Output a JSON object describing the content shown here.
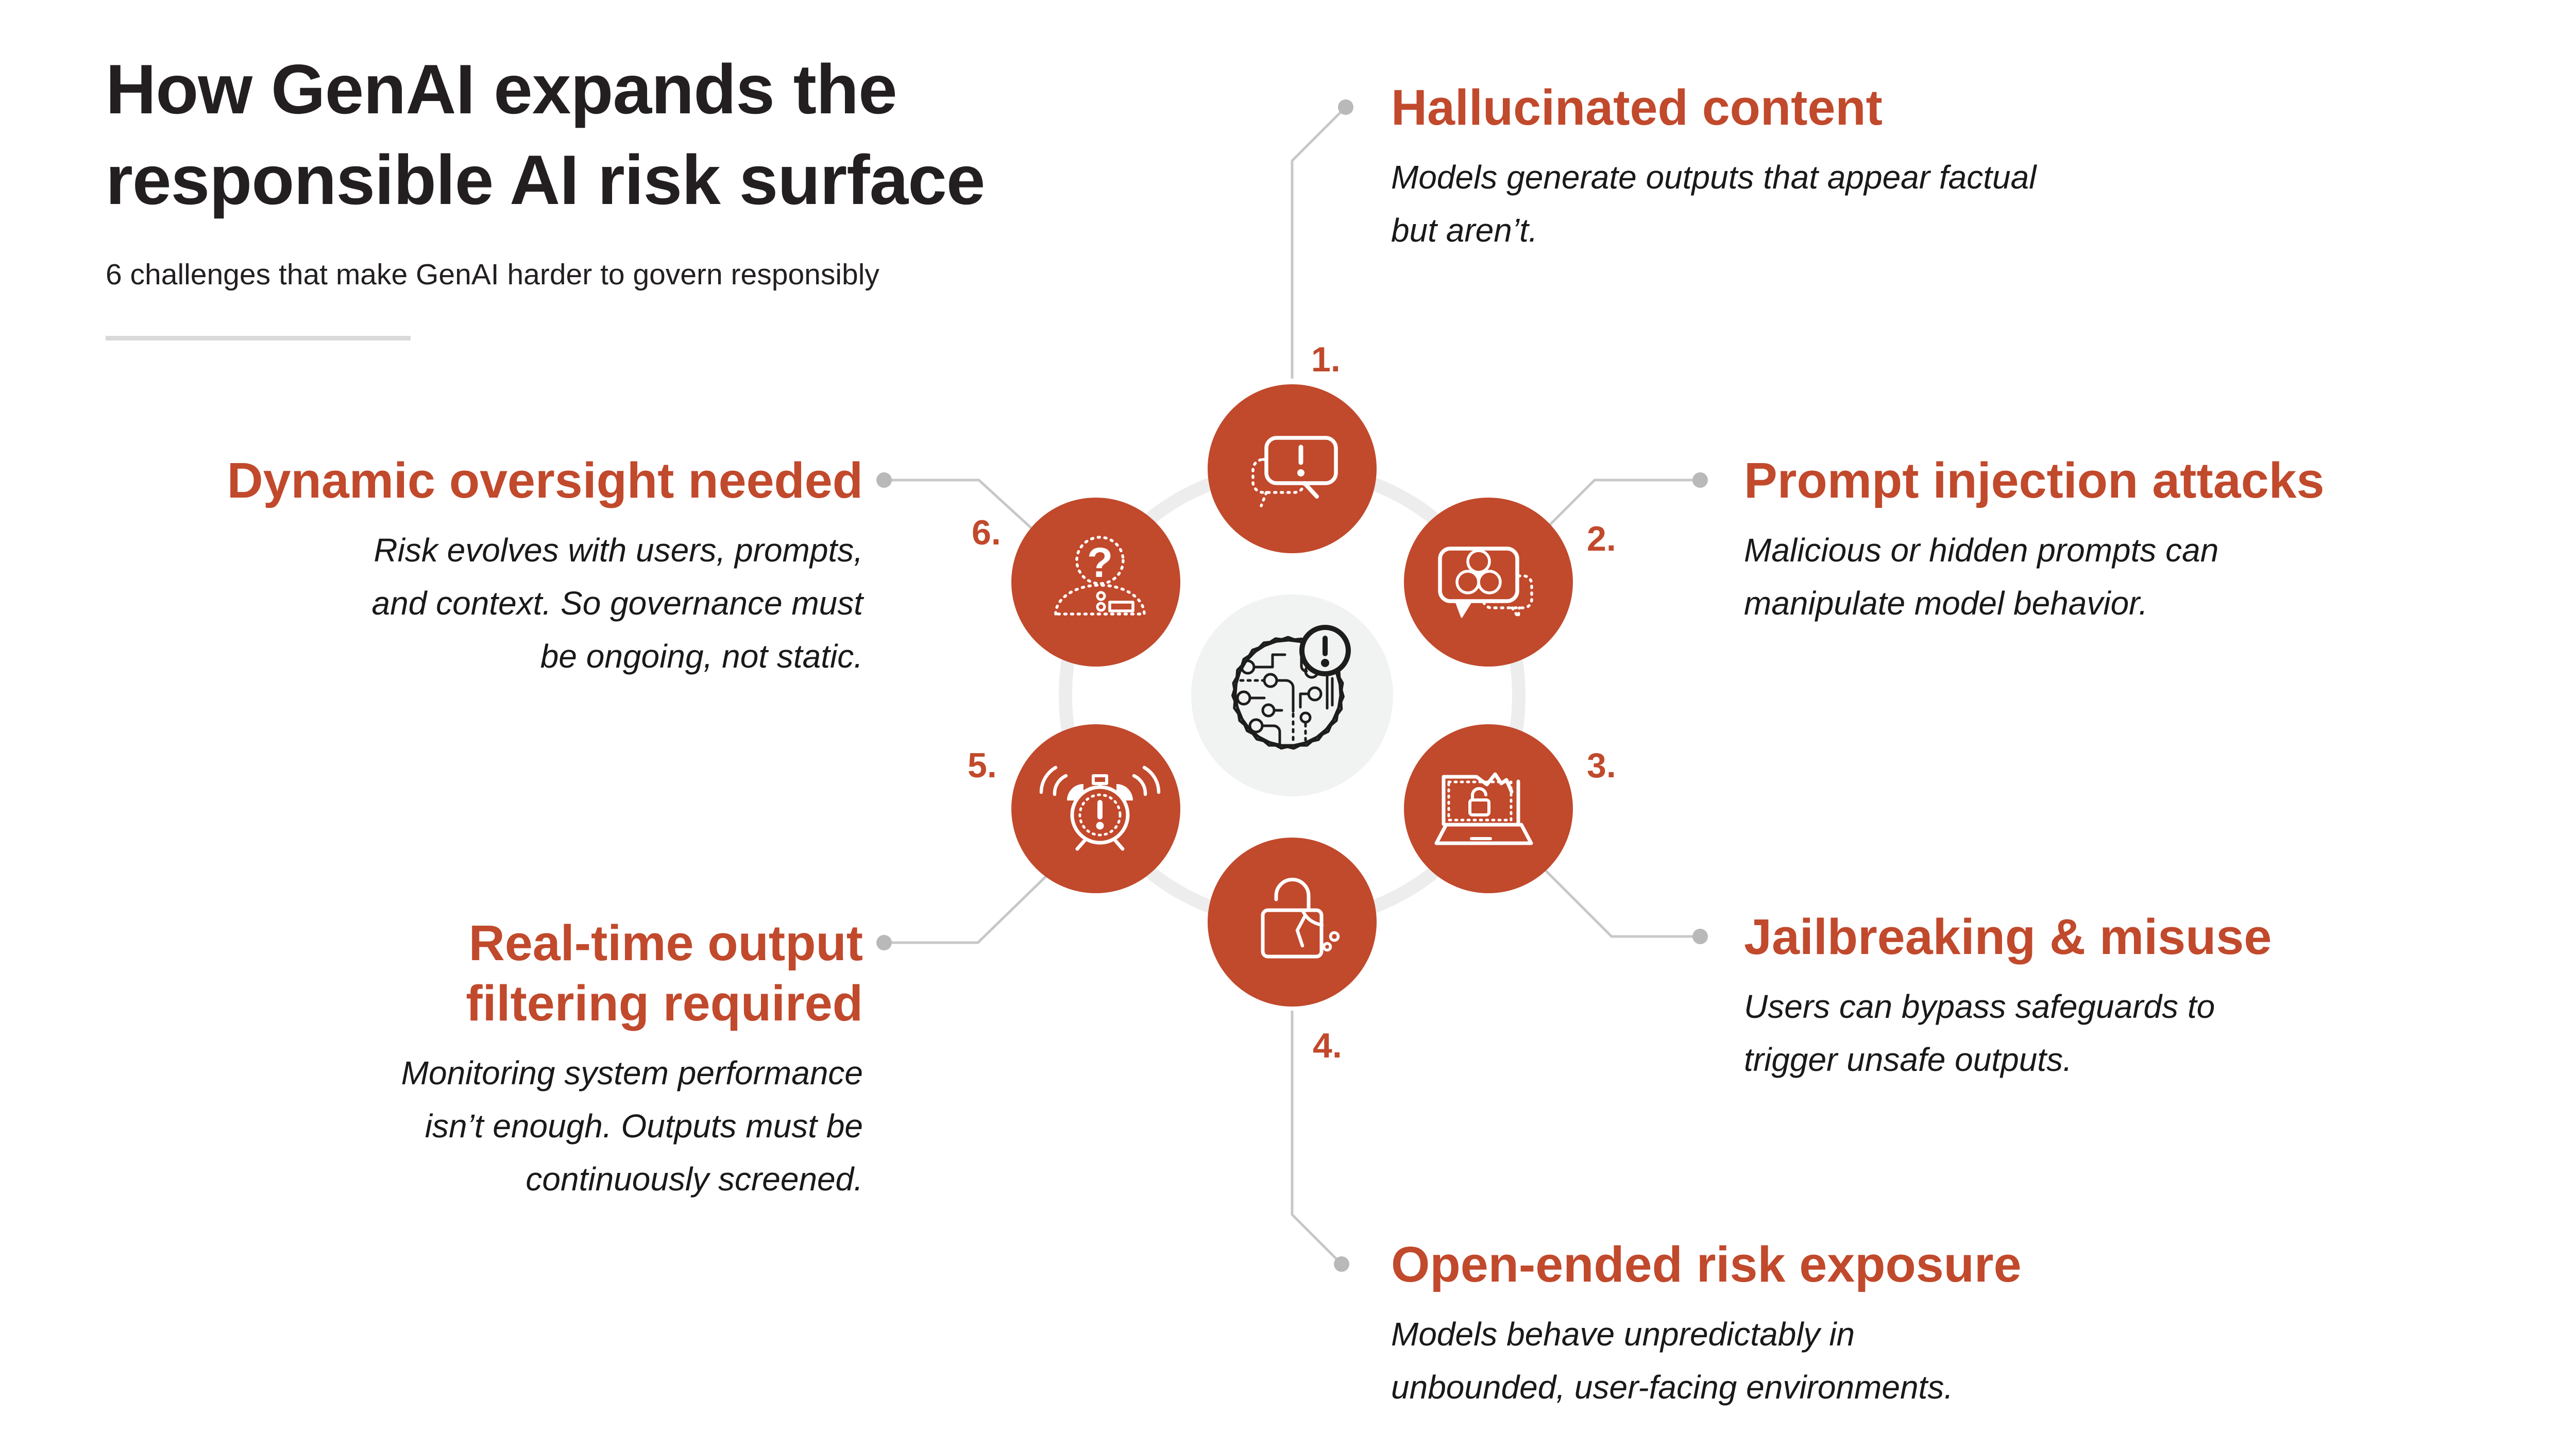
{
  "meta": {
    "type": "infographic-diagram"
  },
  "colors": {
    "accent": "#c1492c",
    "ink": "#231f20",
    "body_text": "#191919",
    "connector_line": "#c8c8c8",
    "connector_dot": "#b9b9b9",
    "orbit_ring": "#ededed",
    "center_circle_fill": "#f1f2f2",
    "center_icon_ink": "#1d1d1b",
    "divider": "#d9d9d9",
    "icon_stroke": "#ffffff"
  },
  "header": {
    "title_line1": "How GenAI expands the",
    "title_line2": "responsible AI risk surface",
    "subtitle": "6 challenges that make GenAI harder to govern responsibly"
  },
  "center": {
    "icon": "ai-circuit-alert"
  },
  "glyphs": {
    "question": "?"
  },
  "items": [
    {
      "number": "1.",
      "icon": "chat-warning",
      "title": [
        "Hallucinated content"
      ],
      "body": [
        "Models generate outputs that appear factual",
        "but aren’t."
      ]
    },
    {
      "number": "2.",
      "icon": "chat-biohazard",
      "title": [
        "Prompt injection attacks"
      ],
      "body": [
        "Malicious or hidden prompts can",
        "manipulate model behavior."
      ]
    },
    {
      "number": "3.",
      "icon": "laptop-unlocked",
      "title": [
        "Jailbreaking & misuse"
      ],
      "body": [
        "Users can bypass safeguards to",
        "trigger unsafe outputs."
      ]
    },
    {
      "number": "4.",
      "icon": "padlock-broken",
      "title": [
        "Open-ended risk exposure"
      ],
      "body": [
        "Models behave unpredictably in",
        "unbounded, user-facing environments."
      ]
    },
    {
      "number": "5.",
      "icon": "alarm-clock",
      "title": [
        "Real-time output",
        "filtering required"
      ],
      "body": [
        "Monitoring system performance",
        "isn’t enough. Outputs must be",
        "continuously screened."
      ]
    },
    {
      "number": "6.",
      "icon": "person-question",
      "title": [
        "Dynamic oversight needed"
      ],
      "body": [
        "Risk evolves with users, prompts,",
        "and context. So governance must",
        "be ongoing, not static."
      ]
    }
  ]
}
